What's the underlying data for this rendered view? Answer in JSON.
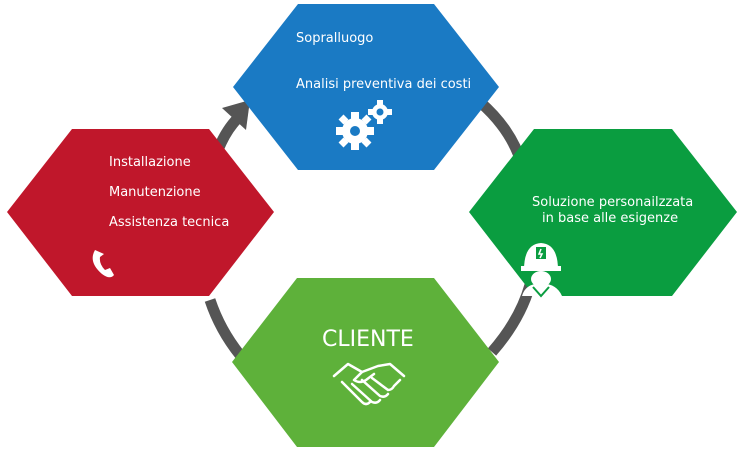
{
  "diagram": {
    "center": {
      "title": "CLIENTE",
      "color": "#5eb13a",
      "icon": "handshake-icon"
    },
    "top": {
      "lines": [
        "Sopralluogo",
        "Analisi preventiva dei costi"
      ],
      "color": "#1a7ac4",
      "icon": "gears-icon"
    },
    "right": {
      "lines": [
        "Soluzione personailzzata",
        "in base alle esigenze"
      ],
      "color": "#0a9d40",
      "icon": "worker-helmet-icon"
    },
    "left": {
      "lines": [
        "Installazione",
        "Manutenzione",
        "Assistenza tecnica"
      ],
      "color": "#c0172b",
      "icon": "phone-icon"
    },
    "cycle_color": "#555555"
  }
}
